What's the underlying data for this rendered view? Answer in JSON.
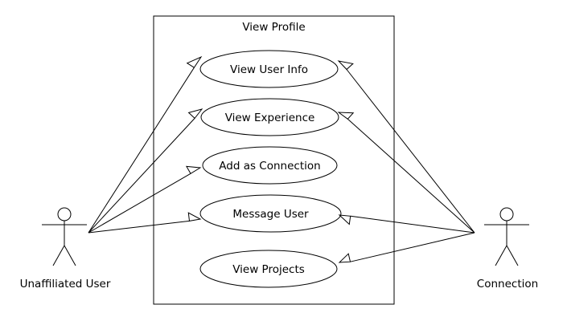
{
  "diagram": {
    "system_title": "View Profile",
    "use_cases": [
      "View User Info",
      "View Experience",
      "Add as Connection",
      "Message User",
      "View Projects"
    ],
    "actors": {
      "left": "Unaffiliated User",
      "right": "Connection"
    }
  }
}
